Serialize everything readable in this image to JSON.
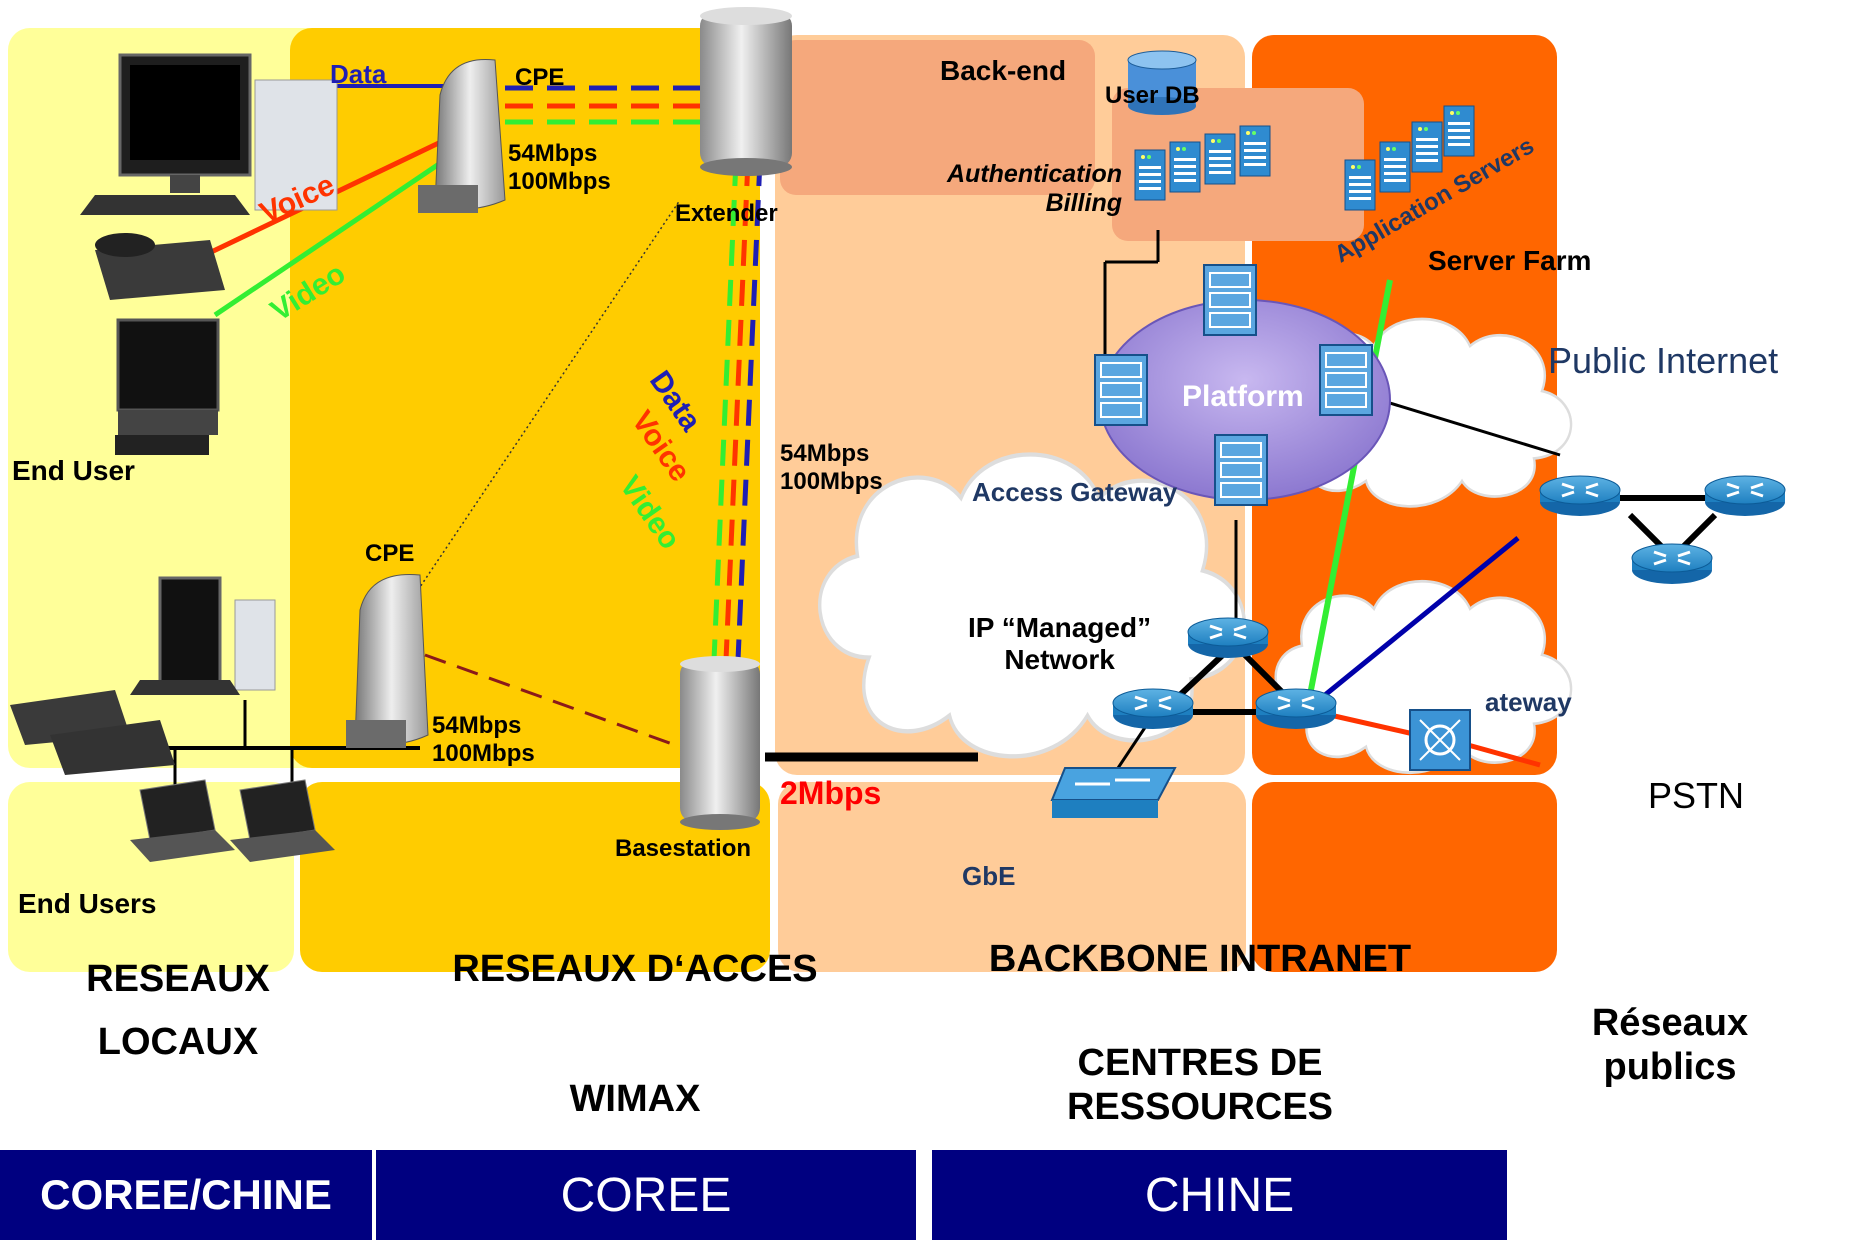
{
  "colors": {
    "local_zone": "#FFFF99",
    "access_zone": "#FFCC00",
    "backbone_zone": "#FFCC99",
    "public_zone": "#FF6600",
    "bottom_bar": "#000080",
    "data_line": "#1F1FB4",
    "voice_line": "#FF3300",
    "video_line": "#33EE33",
    "rate_red": "#FF0000",
    "text_dark_blue": "#1F3864"
  },
  "labels": {
    "data": "Data",
    "cpe_top": "CPE",
    "rates_top": "54Mbps\n100Mbps",
    "voice": "Voice",
    "video": "Video",
    "extender": "Extender",
    "end_user": "End User",
    "data_v": "Data",
    "voice_v": "Voice",
    "video_v": "Video",
    "rates_mid": "54Mbps\n100Mbps",
    "cpe_bottom": "CPE",
    "rates_bottom": "54Mbps\n100Mbps",
    "basestation": "Basestation",
    "rate_2mbps": "2Mbps",
    "end_users": "End Users",
    "backend": "Back-end",
    "user_db": "User DB",
    "auth_billing": "Authentication\nBilling",
    "app_servers": "Application Servers",
    "server_farm": "Server Farm",
    "platform": "Platform",
    "access_gateway": "Access Gateway",
    "public_internet": "Public Internet",
    "ip_managed": "IP “Managed”\nNetwork",
    "gateway": "ateway",
    "pstn": "PSTN",
    "gbe": "GbE"
  },
  "sections": {
    "local": "RESEAUX\nLOCAUX",
    "access_title": "RESEAUX D‘ACCES",
    "access_sub": "WIMAX",
    "backbone_title": "BACKBONE INTRANET",
    "backbone_sub": "CENTRES DE\nRESSOURCES",
    "public": "Réseaux\npublics"
  },
  "bottom_bar": {
    "left": "COREE/CHINE",
    "middle": "COREE",
    "right": "CHINE"
  },
  "icons": [
    "pc-icon",
    "phone-icon",
    "tv-icon",
    "laptop-icon",
    "cpe-antenna-icon",
    "basestation-icon",
    "database-icon",
    "server-icon",
    "router-icon",
    "switch-icon",
    "gateway-icon",
    "cloud-icon"
  ]
}
